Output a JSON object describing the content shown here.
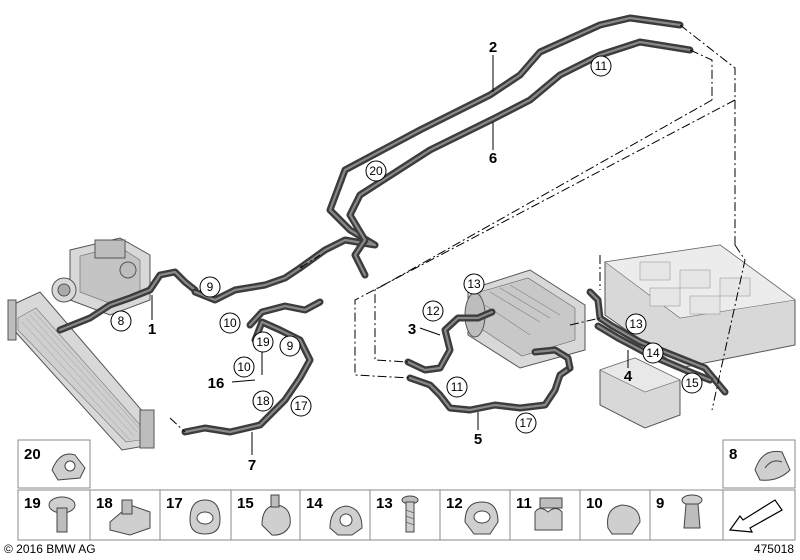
{
  "callouts": {
    "p1": "1",
    "p2": "2",
    "p3": "3",
    "p4": "4",
    "p5": "5",
    "p6": "6",
    "p7": "7",
    "p16": "16",
    "c8": "8",
    "c9a": "9",
    "c9b": "9",
    "c10a": "10",
    "c10b": "10",
    "c11a": "11",
    "c11b": "11",
    "c12": "12",
    "c13a": "13",
    "c13b": "13",
    "c14": "14",
    "c15": "15",
    "c17a": "17",
    "c17b": "17",
    "c18": "18",
    "c19": "19",
    "c20": "20"
  },
  "legend": {
    "top": [
      "20",
      "8"
    ],
    "bottom": [
      "19",
      "18",
      "17",
      "15",
      "14",
      "13",
      "12",
      "11",
      "10",
      "9"
    ]
  },
  "footer": {
    "copyright": "© 2016 BMW AG",
    "diagram_number": "475018"
  }
}
